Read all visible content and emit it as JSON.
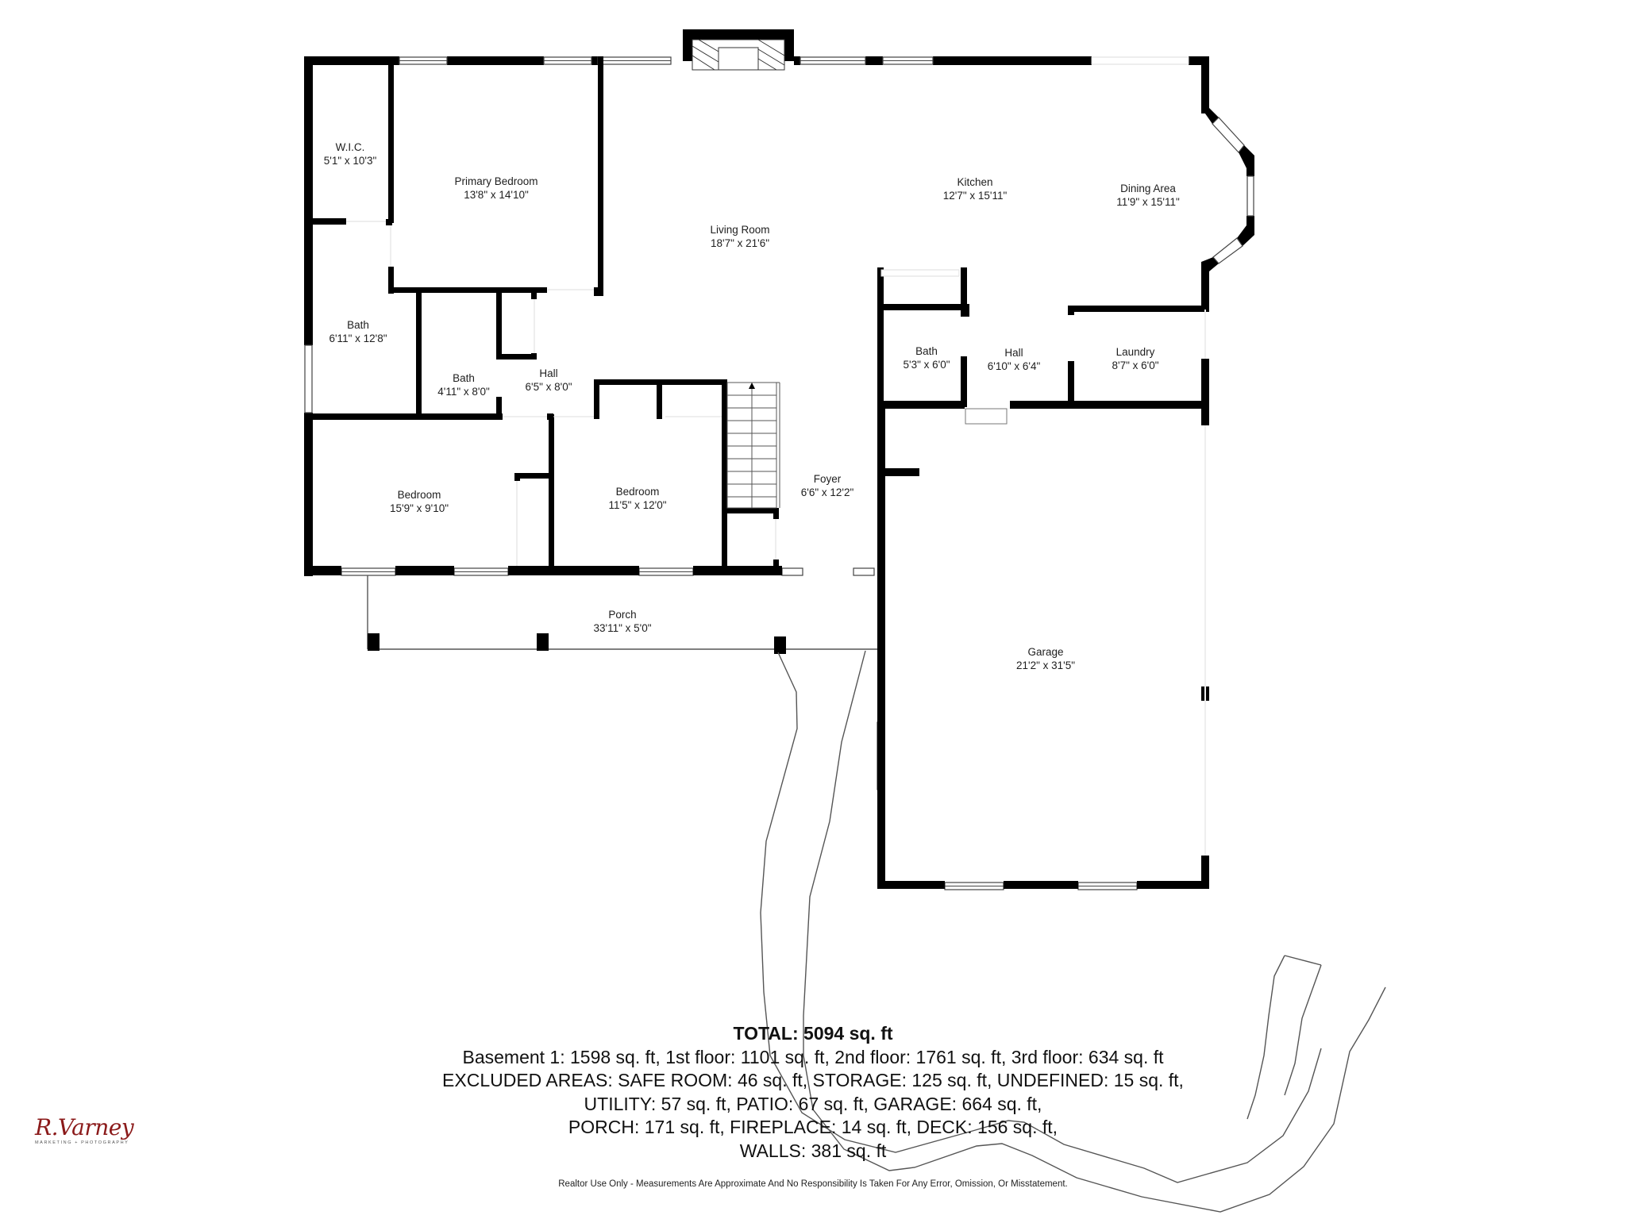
{
  "floor_plan": {
    "rooms": [
      {
        "id": "wic",
        "name": "W.I.C.",
        "dimensions": "5'1\" x 10'3\""
      },
      {
        "id": "primary-bedroom",
        "name": "Primary Bedroom",
        "dimensions": "13'8\" x 14'10\""
      },
      {
        "id": "living-room",
        "name": "Living Room",
        "dimensions": "18'7\" x 21'6\""
      },
      {
        "id": "kitchen",
        "name": "Kitchen",
        "dimensions": "12'7\" x 15'11\""
      },
      {
        "id": "dining-area",
        "name": "Dining Area",
        "dimensions": "11'9\" x 15'11\""
      },
      {
        "id": "bath-primary",
        "name": "Bath",
        "dimensions": "6'11\" x 12'8\""
      },
      {
        "id": "bath-small",
        "name": "Bath",
        "dimensions": "4'11\" x 8'0\""
      },
      {
        "id": "hall-west",
        "name": "Hall",
        "dimensions": "6'5\" x 8'0\""
      },
      {
        "id": "bath-east",
        "name": "Bath",
        "dimensions": "5'3\" x 6'0\""
      },
      {
        "id": "hall-east",
        "name": "Hall",
        "dimensions": "6'10\" x 6'4\""
      },
      {
        "id": "laundry",
        "name": "Laundry",
        "dimensions": "8'7\" x 6'0\""
      },
      {
        "id": "bedroom-west",
        "name": "Bedroom",
        "dimensions": "15'9\" x 9'10\""
      },
      {
        "id": "bedroom-center",
        "name": "Bedroom",
        "dimensions": "11'5\" x 12'0\""
      },
      {
        "id": "foyer",
        "name": "Foyer",
        "dimensions": "6'6\" x 12'2\""
      },
      {
        "id": "porch",
        "name": "Porch",
        "dimensions": "33'11\" x 5'0\""
      },
      {
        "id": "garage",
        "name": "Garage",
        "dimensions": "21'2\" x 31'5\""
      }
    ]
  },
  "summary": {
    "total": "TOTAL: 5094 sq. ft",
    "lines": [
      "Basement 1: 1598 sq. ft, 1st floor: 1101 sq. ft, 2nd floor: 1761 sq. ft, 3rd floor: 634 sq. ft",
      "EXCLUDED AREAS: SAFE ROOM: 46 sq. ft, STORAGE: 125 sq. ft, UNDEFINED: 15 sq. ft,",
      "UTILITY: 57 sq. ft, PATIO: 67 sq. ft, GARAGE: 664 sq. ft,",
      "PORCH: 171 sq. ft, FIREPLACE: 14 sq. ft, DECK: 156 sq. ft,",
      "WALLS: 381 sq. ft"
    ]
  },
  "disclaimer": "Realtor Use Only - Measurements Are Approximate And No Responsibility Is Taken For Any Error, Omission, Or Misstatement.",
  "logo": {
    "name": "R.Varney",
    "tagline": "MARKETING + PHOTOGRAPHY",
    "color": "#8b1a1a"
  }
}
